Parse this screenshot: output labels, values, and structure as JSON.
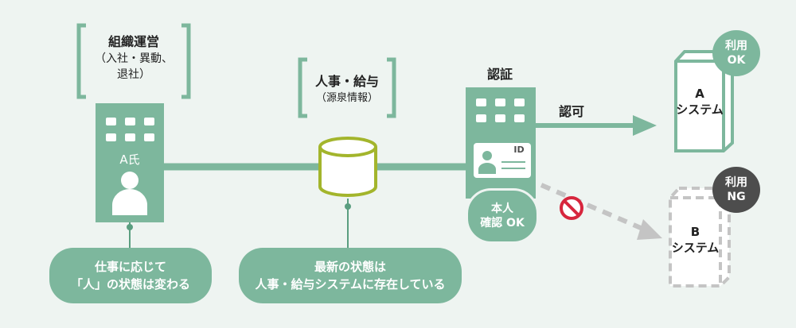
{
  "org": {
    "title": "組織運営",
    "line2": "（入社・異動、",
    "line3": "退社）"
  },
  "person": {
    "name": "A氏"
  },
  "hr": {
    "title": "人事・給与",
    "sub": "（源泉情報）"
  },
  "auth": {
    "title": "認証",
    "id_label": "ID",
    "approve_label": "認可"
  },
  "identity_check": {
    "line1": "本人",
    "line2": "確認 OK"
  },
  "system_a": {
    "line1": "A",
    "line2": "システム",
    "badge_line1": "利用",
    "badge_line2": "OK"
  },
  "system_b": {
    "line1": "B",
    "line2": "システム",
    "badge_line1": "利用",
    "badge_line2": "NG"
  },
  "callout_left": {
    "line1": "仕事に応じて",
    "line2": "「人」の状態は変わる"
  },
  "callout_mid": {
    "line1": "最新の状態は",
    "line2": "人事・給与システムに存在している"
  },
  "colors": {
    "green": "#7db79d",
    "dark_green": "#5a9e80",
    "olive": "#a3b52c",
    "gray": "#c4c4c4",
    "dark": "#4d4d4d",
    "red": "#d7263d"
  }
}
